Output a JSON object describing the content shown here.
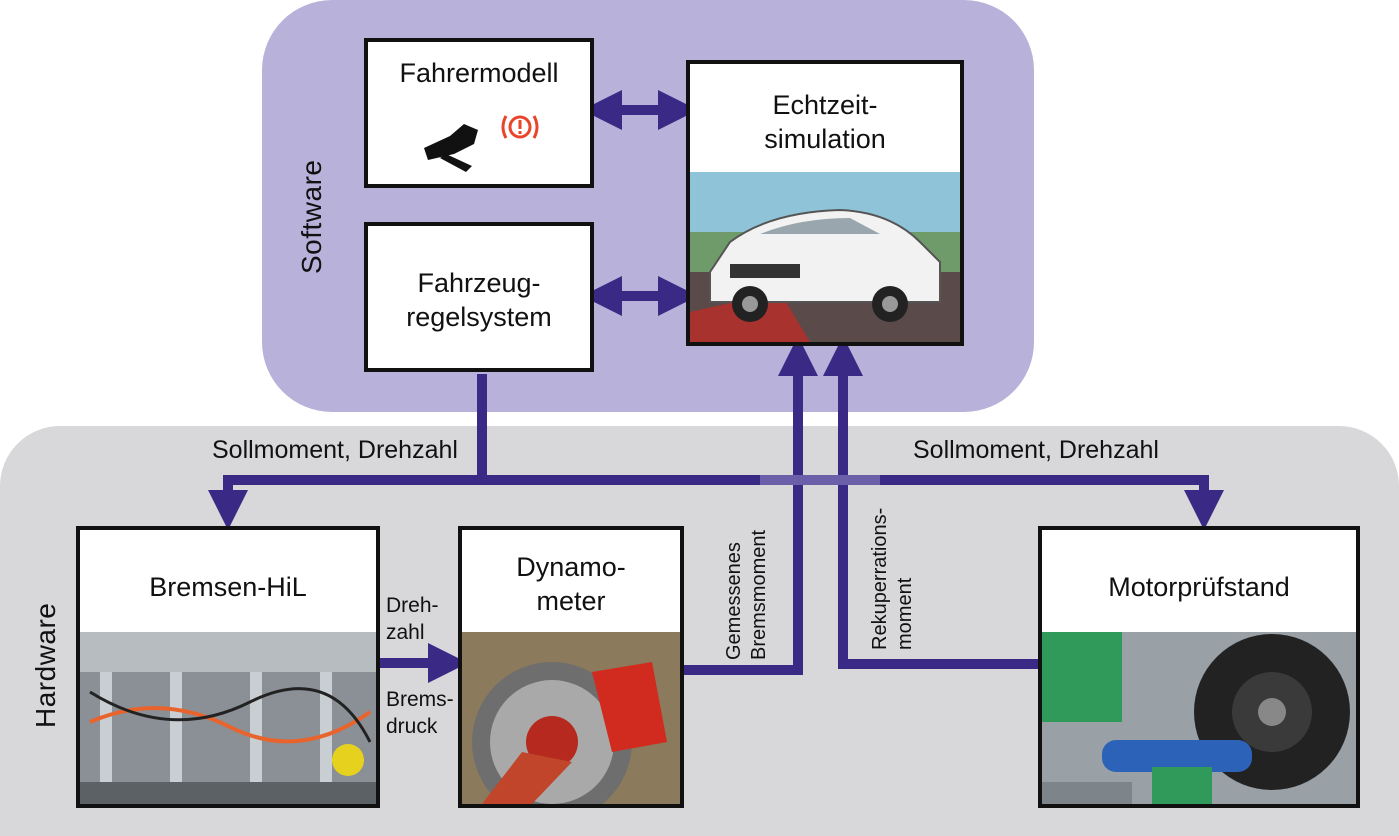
{
  "regions": {
    "software": "Software",
    "hardware": "Hardware"
  },
  "boxes": {
    "fahrermodell": "Fahrermodell",
    "echtzeit": "Echtzeit-\nsimulation",
    "fahrzeug": "Fahrzeug-\nregelsystem",
    "bremsen": "Bremsen-HiL",
    "dynamo": "Dynamo-\nmeter",
    "motor": "Motorprüfstand"
  },
  "signals": {
    "sollmoment_left": "Sollmoment, Drehzahl",
    "sollmoment_right": "Sollmoment, Drehzahl",
    "drehzahl": "Dreh-\nzahl",
    "bremsdruck": "Brems-\ndruck",
    "gemessenes": "Gemessenes\nBremsmoment",
    "rekuperation": "Rekuperrations-\nmoment"
  },
  "colors": {
    "arrow": "#3a2a86",
    "software_bg": "#b8b2db",
    "hardware_bg": "#d8d8da",
    "warning": "#e8452c"
  },
  "icons": {
    "driver": "foot-on-brake-pedal-icon",
    "warning": "brake-warning-icon"
  }
}
